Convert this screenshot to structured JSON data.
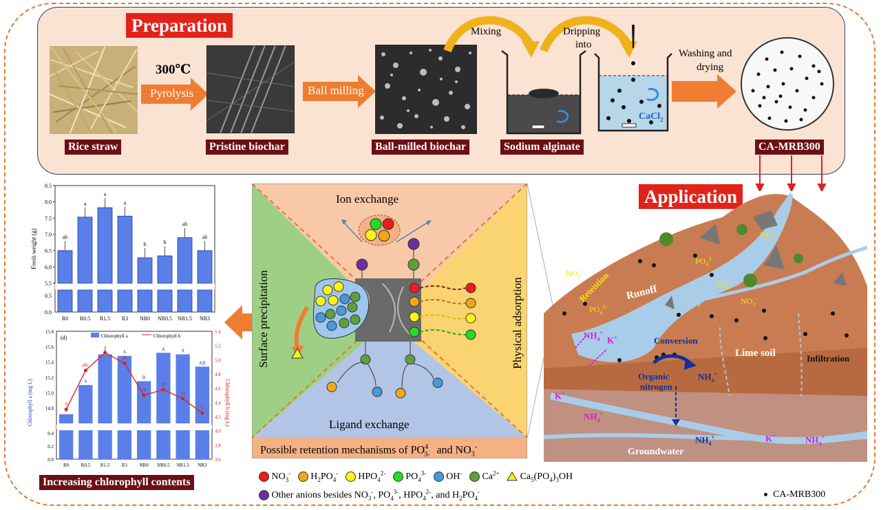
{
  "preparation": {
    "title": "Preparation",
    "steps": {
      "rice_straw": "Rice straw",
      "pristine_biochar": "Pristine biochar",
      "ball_milled_biochar": "Ball-milled biochar",
      "sodium_alginate": "Sodium alginate",
      "product": "CA-MRB300"
    },
    "arrows": {
      "temperature": "300℃",
      "pyrolysis": "Pyrolysis",
      "ball_milling": "Ball milling",
      "mixing": "Mixing",
      "dripping": "Dripping",
      "into": "into",
      "cacl2": "CaCl",
      "washing": "Washing and",
      "drying": "drying"
    }
  },
  "mechanisms": {
    "ion_exchange": "Ion exchange",
    "surface_precipitation": "Surface precipitation",
    "physical_adsorption": "Physical adsorption",
    "ligand_exchange": "Ligand exchange",
    "caption_main": "Possible retention mechanisms of PO",
    "caption_tail": " and NO"
  },
  "application": {
    "title": "Application",
    "labels": {
      "no3": "NO",
      "po4": "PO",
      "retention": "Retention",
      "runoff": "Runoff",
      "conversion": "Conversion",
      "organic": "Organic",
      "nitrogen": "nitrogen",
      "nh4": "NH",
      "k": "K",
      "lime_soil": "Lime soil",
      "infiltration": "Infiltration",
      "groundwater": "Groundwater"
    }
  },
  "legend": {
    "no3": "NO",
    "h2po4": "H",
    "hpo4": "HPO",
    "po4": "PO",
    "oh": "OH",
    "ca": "Ca",
    "hap": "Ca",
    "other": "Other anions besides NO",
    "other_rest": ", PO",
    "other_hpo4": ", HPO",
    "other_and": ", and H",
    "ca_mrb": "CA-MRB300"
  },
  "colors": {
    "bar": "#5b7fe8",
    "line": "#e0201a",
    "accent": "#e2231a",
    "no3": "#ee1c1c",
    "h2po4": "#f0a818",
    "hpo4": "#fff21a",
    "po4": "#22dd22",
    "oh": "#4a98d8",
    "ca": "#5fa03c",
    "other": "#6b2fa0"
  },
  "charts": {
    "chlorophyll_caption": "Increasing chlorophyll contents"
  },
  "chart_data": [
    {
      "type": "bar",
      "categories": [
        "R0",
        "R0.5",
        "R1.5",
        "R3",
        "NR0",
        "NR0.5",
        "NR1.5",
        "NR3"
      ],
      "values": [
        6.5,
        7.53,
        7.82,
        7.56,
        6.28,
        6.34,
        6.9,
        6.5
      ],
      "letters": [
        "ab",
        "a",
        "a",
        "a",
        "b",
        "b",
        "ab",
        "ab"
      ],
      "ylabel": "Fresh weight (g)",
      "yticks_upper": [
        "5.5",
        "6.0",
        "6.5",
        "7.0",
        "7.5",
        "8.0",
        "8.5"
      ],
      "yticks_lower": [
        "0.0",
        "0.5"
      ],
      "ylim": [
        5.5,
        8.5
      ]
    },
    {
      "type": "bar",
      "panel": "(d)",
      "categories": [
        "R0",
        "R0.5",
        "R1.5",
        "R3",
        "NR0",
        "NR0.5",
        "NR1.5",
        "NR3"
      ],
      "series": [
        {
          "name": "Chlorophyll a",
          "type": "bar",
          "values": [
            14.72,
            15.1,
            15.5,
            15.48,
            15.15,
            15.52,
            15.5,
            15.34
          ],
          "letters": [
            "c",
            "b",
            "A",
            "A",
            "B",
            "A",
            "A",
            "AB"
          ]
        },
        {
          "name": "Chlorophyll b",
          "type": "line",
          "values": [
            4.3,
            4.85,
            5.1,
            4.95,
            4.5,
            4.58,
            4.45,
            4.25
          ],
          "letters": [
            "d",
            "abc",
            "a",
            "ab",
            "cd",
            "cd",
            "cd",
            "d"
          ]
        }
      ],
      "ylabel": "Chlorophyll a (mg L",
      "y2label": "Chlorophyll b (mg L",
      "yticks_upper": [
        "14.8",
        "15.0",
        "15.2",
        "15.4",
        "15.6",
        "15.8"
      ],
      "yticks_lower": [
        "0.0",
        "0.2",
        "0.4"
      ],
      "y2ticks": [
        "3.6",
        "3.8",
        "4.0",
        "4.2",
        "4.4",
        "4.6",
        "4.8",
        "5.0",
        "5.2",
        "5.4"
      ],
      "ylim": [
        14.6,
        15.8
      ],
      "y2lim": [
        3.6,
        5.4
      ]
    }
  ]
}
